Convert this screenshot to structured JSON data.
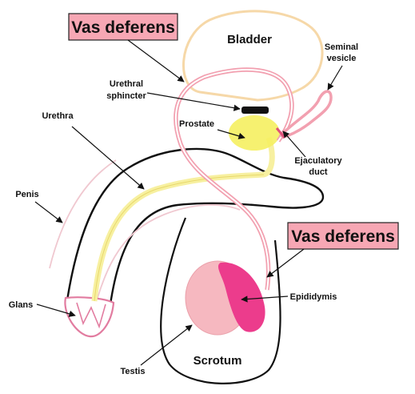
{
  "labels": {
    "vas_deferens_top": "Vas deferens",
    "vas_deferens_right": "Vas deferens",
    "bladder": "Bladder",
    "seminal_vesicle_line1": "Seminal",
    "seminal_vesicle_line2": "vesicle",
    "urethral_sphincter_line1": "Urethral",
    "urethral_sphincter_line2": "sphincter",
    "urethra": "Urethra",
    "prostate": "Prostate",
    "ejaculatory_duct_line1": "Ejaculatory",
    "ejaculatory_duct_line2": "duct",
    "penis": "Penis",
    "glans": "Glans",
    "epididymis": "Epididymis",
    "testis": "Testis",
    "scrotum": "Scrotum"
  },
  "colors": {
    "label_box_fill": "#f7a7b4",
    "vas_deferens": "#f2a0b0",
    "urethra": "#f7f0a0",
    "prostate": "#f5f060",
    "bladder_outline": "#f6d8a8",
    "testis": "#f6b8c0",
    "epididymis": "#ec3c8c",
    "penis_outline": "#f0c8d0",
    "body_outline": "#111111"
  }
}
